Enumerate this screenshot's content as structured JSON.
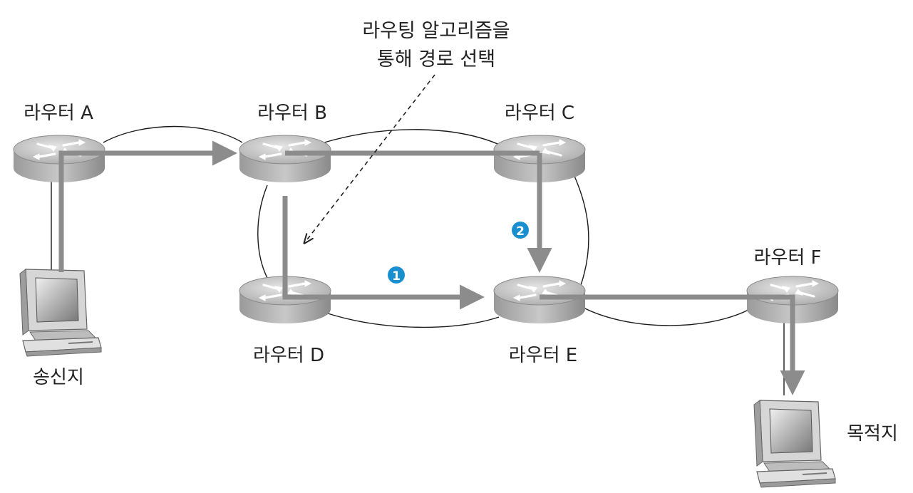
{
  "annotation": {
    "line1": "라우팅 알고리즘을",
    "line2": "통해 경로 선택"
  },
  "routers": {
    "a": "라우터 A",
    "b": "라우터 B",
    "c": "라우터 C",
    "d": "라우터 D",
    "e": "라우터 E",
    "f": "라우터 F"
  },
  "hosts": {
    "source": "송신지",
    "destination": "목적지"
  },
  "path_markers": {
    "one": "1",
    "two": "2"
  },
  "colors": {
    "path_arrow": "#8c8c8c",
    "link_line": "#1a1a1a",
    "badge": "#1a8fd0",
    "router_body": "#bdbdbd"
  }
}
